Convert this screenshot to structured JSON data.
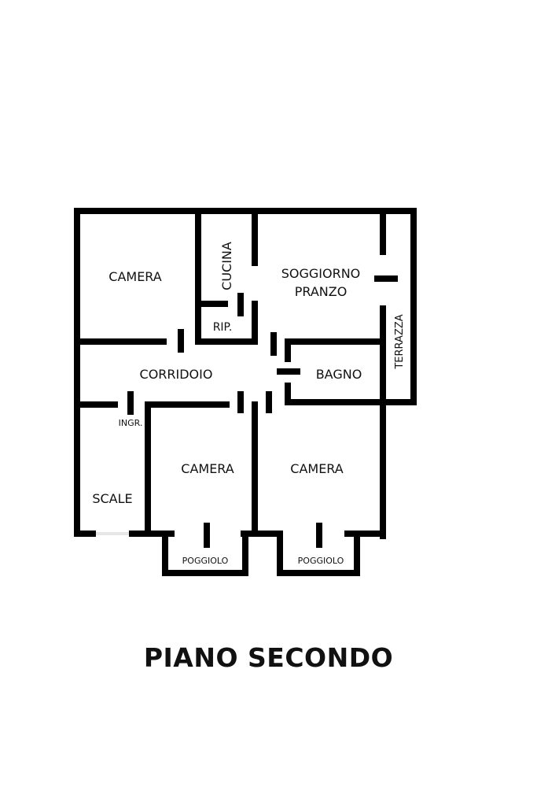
{
  "plan": {
    "wall_color": "#000000",
    "rooms": {
      "camera_nw": "CAMERA",
      "cucina": "CUCINA",
      "soggiorno_line1": "SOGGIORNO",
      "soggiorno_line2": "PRANZO",
      "rip": "RIP.",
      "terrazza": "TERRAZZA",
      "corridoio": "CORRIDOIO",
      "bagno": "BAGNO",
      "ingr": "INGR.",
      "camera_sw": "CAMERA",
      "camera_se": "CAMERA",
      "scale": "SCALE",
      "poggiolo_left": "POGGIOLO",
      "poggiolo_right": "POGGIOLO"
    },
    "title": "PIANO SECONDO"
  }
}
